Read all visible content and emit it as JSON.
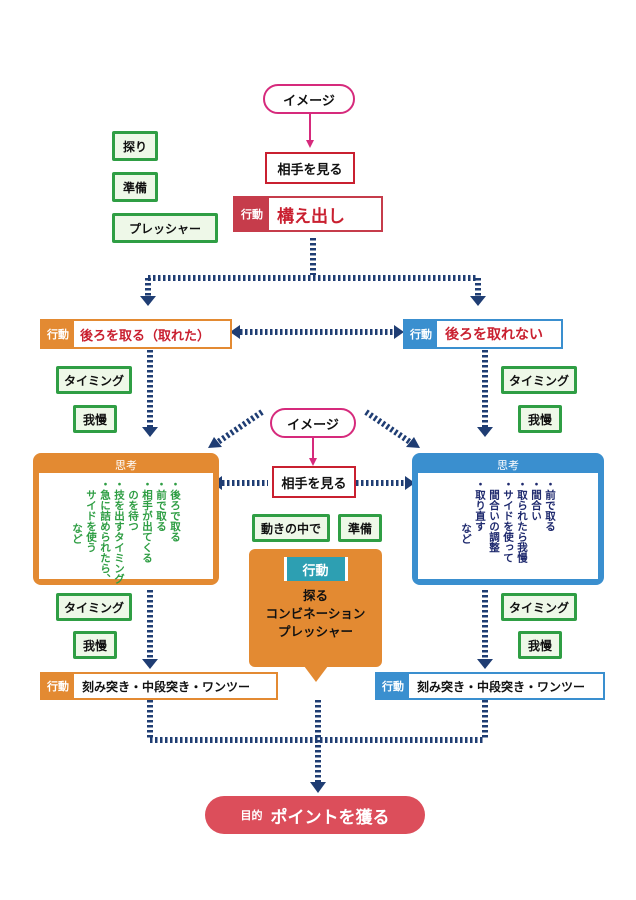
{
  "top": {
    "image_label": "イメージ",
    "see_opponent": "相手を見る",
    "action_tag": "行動",
    "kamae": "構え出し",
    "side_items": [
      "探り",
      "準備",
      "プレッシャー"
    ]
  },
  "left": {
    "action_tag": "行動",
    "title": "後ろを取る（取れた）",
    "timing": "タイミング",
    "patience": "我慢",
    "thought_label": "思考",
    "thought_items": [
      "・後ろで取る",
      "・前で取る",
      "・相手が出てくる",
      "　のを待つ",
      "・技を出すタイミング",
      "・急に詰められたら、",
      "　サイドを使う",
      "など"
    ],
    "timing2": "タイミング",
    "patience2": "我慢",
    "bottom_tag": "行動",
    "bottom_text": "刻み突き・中段突き・ワンツー"
  },
  "right": {
    "action_tag": "行動",
    "title": "後ろを取れない",
    "timing": "タイミング",
    "patience": "我慢",
    "thought_label": "思考",
    "thought_items": [
      "・前で取る",
      "・間合い",
      "・取られたら我慢",
      "・サイドを使って",
      "　間合いの調整",
      "・取り直す",
      "など"
    ],
    "timing2": "タイミング",
    "patience2": "我慢",
    "bottom_tag": "行動",
    "bottom_text": "刻み突き・中段突き・ワンツー"
  },
  "center": {
    "image_label": "イメージ",
    "see_opponent": "相手を見る",
    "in_motion": "動きの中で",
    "prepare": "準備",
    "action_tag": "行動",
    "lines": [
      "探る",
      "コンビネーション",
      "プレッシャー"
    ]
  },
  "goal": {
    "tag": "目的",
    "text": "ポイントを獲る"
  },
  "colors": {
    "navy": "#1f3d73",
    "magenta": "#d62a7c",
    "red": "#c92030",
    "green": "#2f9e44",
    "orange": "#e38a32",
    "blue": "#3a8fcf",
    "goal": "#dc4e5b"
  }
}
